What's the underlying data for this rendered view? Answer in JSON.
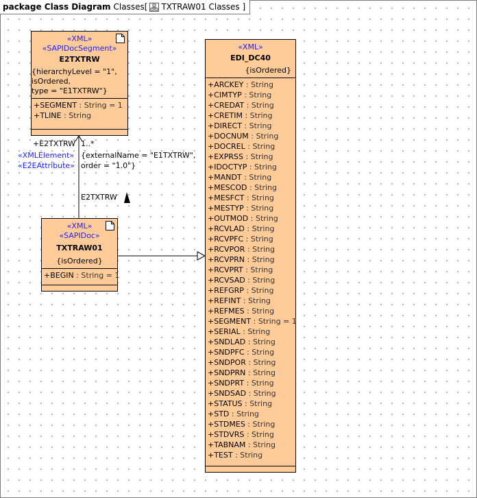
{
  "header": {
    "package_label": "package Class Diagram",
    "classes_label": "Classes",
    "diagram_name": "TXTRAW01 Classes"
  },
  "classes": {
    "e2txtrw": {
      "stereotypes": [
        "«XML»",
        "«SAPIDocSegment»"
      ],
      "name": "E2TXTRW",
      "tagged_values": [
        "{hierarchyLevel = \"1\",",
        "isOrdered,",
        "type = \"E1TXTRW\"}"
      ],
      "attributes": [
        {
          "name": "+SEGMENT",
          "type": " : String = 1"
        },
        {
          "name": "+TLINE",
          "type": " : String"
        }
      ]
    },
    "txtraw01": {
      "stereotypes": [
        "«XML»",
        "«SAPIDoc»"
      ],
      "name": "TXTRAW01",
      "constraint": "{isOrdered}",
      "attributes": [
        {
          "name": "+BEGIN",
          "type": " : String = 1"
        }
      ]
    },
    "edi_dc40": {
      "stereotypes": [
        "«XML»"
      ],
      "name": "EDI_DC40",
      "constraint": "{isOrdered}",
      "attributes": [
        {
          "name": "+ARCKEY",
          "type": " : String"
        },
        {
          "name": "+CIMTYP",
          "type": " : String"
        },
        {
          "name": "+CREDAT",
          "type": " : String"
        },
        {
          "name": "+CRETIM",
          "type": " : String"
        },
        {
          "name": "+DIRECT",
          "type": " : String"
        },
        {
          "name": "+DOCNUM",
          "type": " : String"
        },
        {
          "name": "+DOCREL",
          "type": " : String"
        },
        {
          "name": "+EXPRSS",
          "type": " : String"
        },
        {
          "name": "+IDOCTYP",
          "type": " : String"
        },
        {
          "name": "+MANDT",
          "type": " : String"
        },
        {
          "name": "+MESCOD",
          "type": " : String"
        },
        {
          "name": "+MESFCT",
          "type": " : String"
        },
        {
          "name": "+MESTYP",
          "type": " : String"
        },
        {
          "name": "+OUTMOD",
          "type": " : String"
        },
        {
          "name": "+RCVLAD",
          "type": " : String"
        },
        {
          "name": "+RCVPFC",
          "type": " : String"
        },
        {
          "name": "+RCVPOR",
          "type": " : String"
        },
        {
          "name": "+RCVPRN",
          "type": " : String"
        },
        {
          "name": "+RCVPRT",
          "type": " : String"
        },
        {
          "name": "+RCVSAD",
          "type": " : String"
        },
        {
          "name": "+REFGRP",
          "type": " : String"
        },
        {
          "name": "+REFINT",
          "type": " : String"
        },
        {
          "name": "+REFMES",
          "type": " : String"
        },
        {
          "name": "+SEGMENT",
          "type": " : String = 1"
        },
        {
          "name": "+SERIAL",
          "type": " : String"
        },
        {
          "name": "+SNDLAD",
          "type": " : String"
        },
        {
          "name": "+SNDPFC",
          "type": " : String"
        },
        {
          "name": "+SNDPOR",
          "type": " : String"
        },
        {
          "name": "+SNDPRN",
          "type": " : String"
        },
        {
          "name": "+SNDPRT",
          "type": " : String"
        },
        {
          "name": "+SNDSAD",
          "type": " : String"
        },
        {
          "name": "+STATUS",
          "type": " : String"
        },
        {
          "name": "+STD",
          "type": " : String"
        },
        {
          "name": "+STDMES",
          "type": " : String"
        },
        {
          "name": "+STDVRS",
          "type": " : String"
        },
        {
          "name": "+TABNAM",
          "type": " : String"
        },
        {
          "name": "+TEST",
          "type": " : String"
        }
      ]
    }
  },
  "association": {
    "role_name": "+E2TXTRW",
    "multiplicity": "1..*",
    "role_stereotypes": [
      "«XMLElement»",
      "«E2EAttribute»"
    ],
    "tagged_values": [
      "{externalName = \"E1TXTRW\",",
      "order = \"1.0\"}"
    ],
    "name": "E2TXTRW"
  },
  "colors": {
    "class_fill": "#ffcc99",
    "stereotype_text": "#2020ff",
    "border": "#000000"
  }
}
